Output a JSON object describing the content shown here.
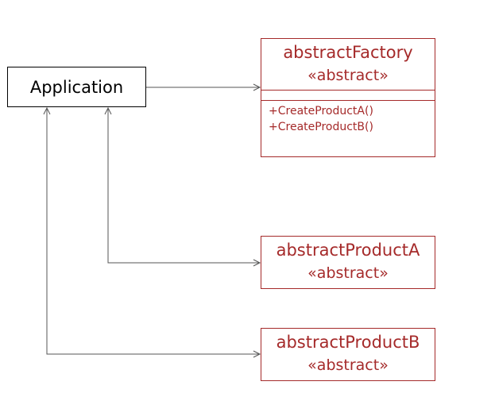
{
  "diagram": {
    "application": {
      "label": "Application"
    },
    "abstract_factory": {
      "name": "abstractFactory",
      "stereotype": "«abstract»",
      "operations": [
        "+CreateProductA()",
        "+CreateProductB()"
      ]
    },
    "abstract_product_a": {
      "name": "abstractProductA",
      "stereotype": "«abstract»"
    },
    "abstract_product_b": {
      "name": "abstractProductB",
      "stereotype": "«abstract»"
    }
  },
  "colors": {
    "class_border": "#a52a2a",
    "class_text": "#a52a2a",
    "application_border": "#000000",
    "connector": "#555555"
  }
}
